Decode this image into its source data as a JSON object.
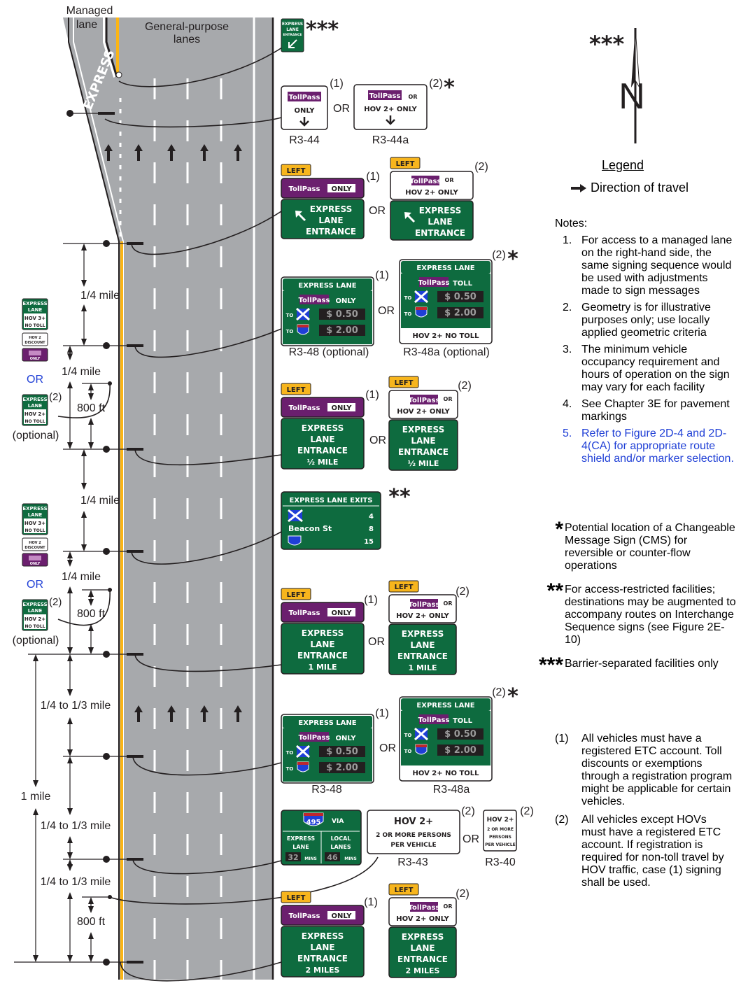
{
  "labels": {
    "managed_lane": "Managed\nlane",
    "general_purpose": "General-purpose\nlanes",
    "express_pavement": "EXPRESS",
    "or": "OR",
    "optional": "(optional)"
  },
  "north": "N",
  "legend": {
    "title": "Legend",
    "item": "Direction of travel"
  },
  "notes": {
    "title": "Notes:",
    "items": [
      {
        "num": "1.",
        "text": "For access to a managed lane on the right-hand side, the same signing sequence would be used with adjustments made to sign messages"
      },
      {
        "num": "2.",
        "text": "Geometry is for illustrative purposes only; use locally applied geometric criteria"
      },
      {
        "num": "3.",
        "text": "The minimum vehicle occupancy requirement and hours of operation on the sign may vary for each facility"
      },
      {
        "num": "4.",
        "text": "See Chapter 3E for pavement markings"
      },
      {
        "num": "5.",
        "text": "Refer to Figure 2D-4 and 2D-4(CA) for appropriate route shield and/or marker selection."
      }
    ]
  },
  "star_notes": [
    {
      "stars": "*",
      "text": "Potential location of a Changeable Message Sign (CMS) for reversible or counter-flow operations"
    },
    {
      "stars": "**",
      "text": "For access-restricted facilities; destinations may be augmented to accompany routes on Interchange Sequence signs (see Figure 2E-10)"
    },
    {
      "stars": "***",
      "text": "Barrier-separated facilities only"
    }
  ],
  "req_notes": [
    {
      "num": "(1)",
      "text": "All vehicles must have a registered ETC account. Toll discounts or exemptions through a registration program might be applicable for certain vehicles."
    },
    {
      "num": "(2)",
      "text": "All vehicles except HOVs must have a registered ETC account. If registration is required for non-toll travel by HOV traffic, case (1) signing shall be used."
    }
  ],
  "distances": {
    "quarter_mile": "1/4 mile",
    "ft800": "800 ft",
    "quarter_third": "1/4 to 1/3 mile",
    "one_mile": "1 mile"
  },
  "marks": {
    "m1": "(1)",
    "m2": "(2)"
  },
  "sign_codes": {
    "r344": "R3-44",
    "r344a": "R3-44a",
    "r348opt": "R3-48 (optional)",
    "r348aopt": "R3-48a (optional)",
    "r348": "R3-48",
    "r348a": "R3-48a",
    "r343": "R3-43",
    "r340": "R3-40"
  },
  "sign_text": {
    "express": "EXPRESS",
    "lane": "LANE",
    "entrance": "ENTRANCE",
    "express_lane": "EXPRESS LANE",
    "express_lane_exits": "EXPRESS LANE EXITS",
    "only": "ONLY",
    "hov2_only": "HOV 2+ ONLY",
    "hov2_no_toll": "HOV 2+ NO TOLL",
    "toll": "TOLL",
    "tollpass": "TollPass",
    "left": "LEFT",
    "to": "TO",
    "price1": "$ 0.50",
    "price2": "$ 2.00",
    "half_mile": "½ MILE",
    "one_mile": "1 MILE",
    "two_miles": "2 MILES",
    "dest_a": "4",
    "dest_b_name": "Beacon St",
    "dest_b": "8",
    "dest_c": "15",
    "via": "VIA",
    "shield": "495",
    "local_lanes": "LOCAL LANES",
    "min_a": "32",
    "min_b": "46",
    "mins": "MINS",
    "hov2": "HOV 2+",
    "or_more": "2 OR MORE PERSONS",
    "per_vehicle": "PER VEHICLE",
    "small_express": "EXPRESS",
    "small_lane": "LANE",
    "small_hov3": "HOV 3+",
    "small_hov2": "HOV 2+",
    "small_no_toll": "NO TOLL",
    "small_hov2_disc": "HOV 2",
    "small_discount": "DISCOUNT",
    "entr": "ENTRANCE"
  },
  "colors": {
    "green": "#0e6b3f",
    "purple": "#6b1f6e",
    "yellow": "#f7b51d",
    "pavement": "#a7a9ac",
    "lane_yellow": "#fbb515"
  }
}
